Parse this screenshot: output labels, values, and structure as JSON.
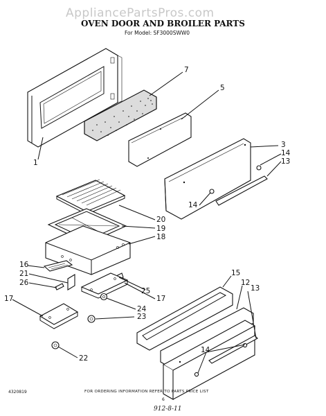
{
  "watermark": "AppliancePartsPros.com",
  "title": "OVEN DOOR AND BROILER PARTS",
  "subtitle": "For Model: SF3000SWW0",
  "footer_instruction": "FOR ORDERING INFORMATION REFER TO PARTS PRICE LIST",
  "doc_code": "4320819",
  "page_number": "6",
  "handwritten_date": "912-8-11",
  "callouts": [
    "1",
    "7",
    "5",
    "3",
    "14",
    "13",
    "14",
    "20",
    "19",
    "18",
    "16",
    "21",
    "26",
    "25",
    "17",
    "17",
    "24",
    "23",
    "22",
    "15",
    "12",
    "13",
    "14"
  ]
}
